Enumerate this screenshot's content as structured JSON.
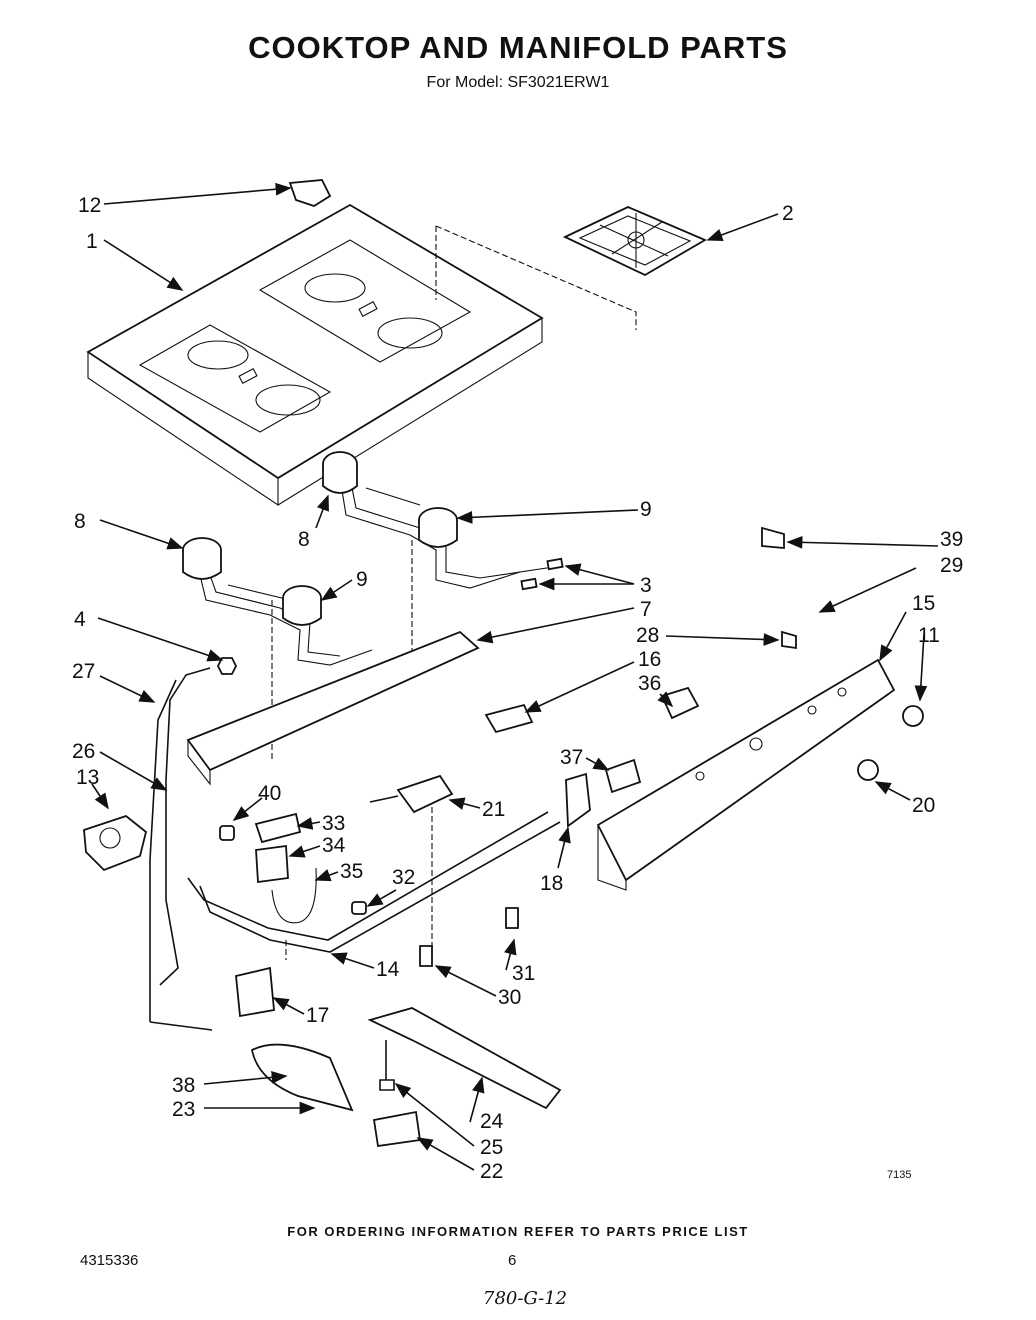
{
  "header": {
    "title": "COOKTOP  AND MANIFOLD PARTS",
    "model": "For Model: SF3021ERW1"
  },
  "callouts": [
    "1",
    "2",
    "3",
    "4",
    "7",
    "8",
    "8",
    "9",
    "9",
    "11",
    "12",
    "13",
    "14",
    "15",
    "16",
    "17",
    "18",
    "20",
    "21",
    "22",
    "23",
    "24",
    "25",
    "26",
    "27",
    "28",
    "29",
    "30",
    "31",
    "32",
    "33",
    "34",
    "35",
    "36",
    "37",
    "38",
    "39",
    "40"
  ],
  "footer": {
    "ordering": "FOR ORDERING INFORMATION REFER TO PARTS PRICE LIST",
    "doc_number": "4315336",
    "page_number": "6",
    "drawing_number": "7135",
    "handwritten": "780-G-12"
  }
}
